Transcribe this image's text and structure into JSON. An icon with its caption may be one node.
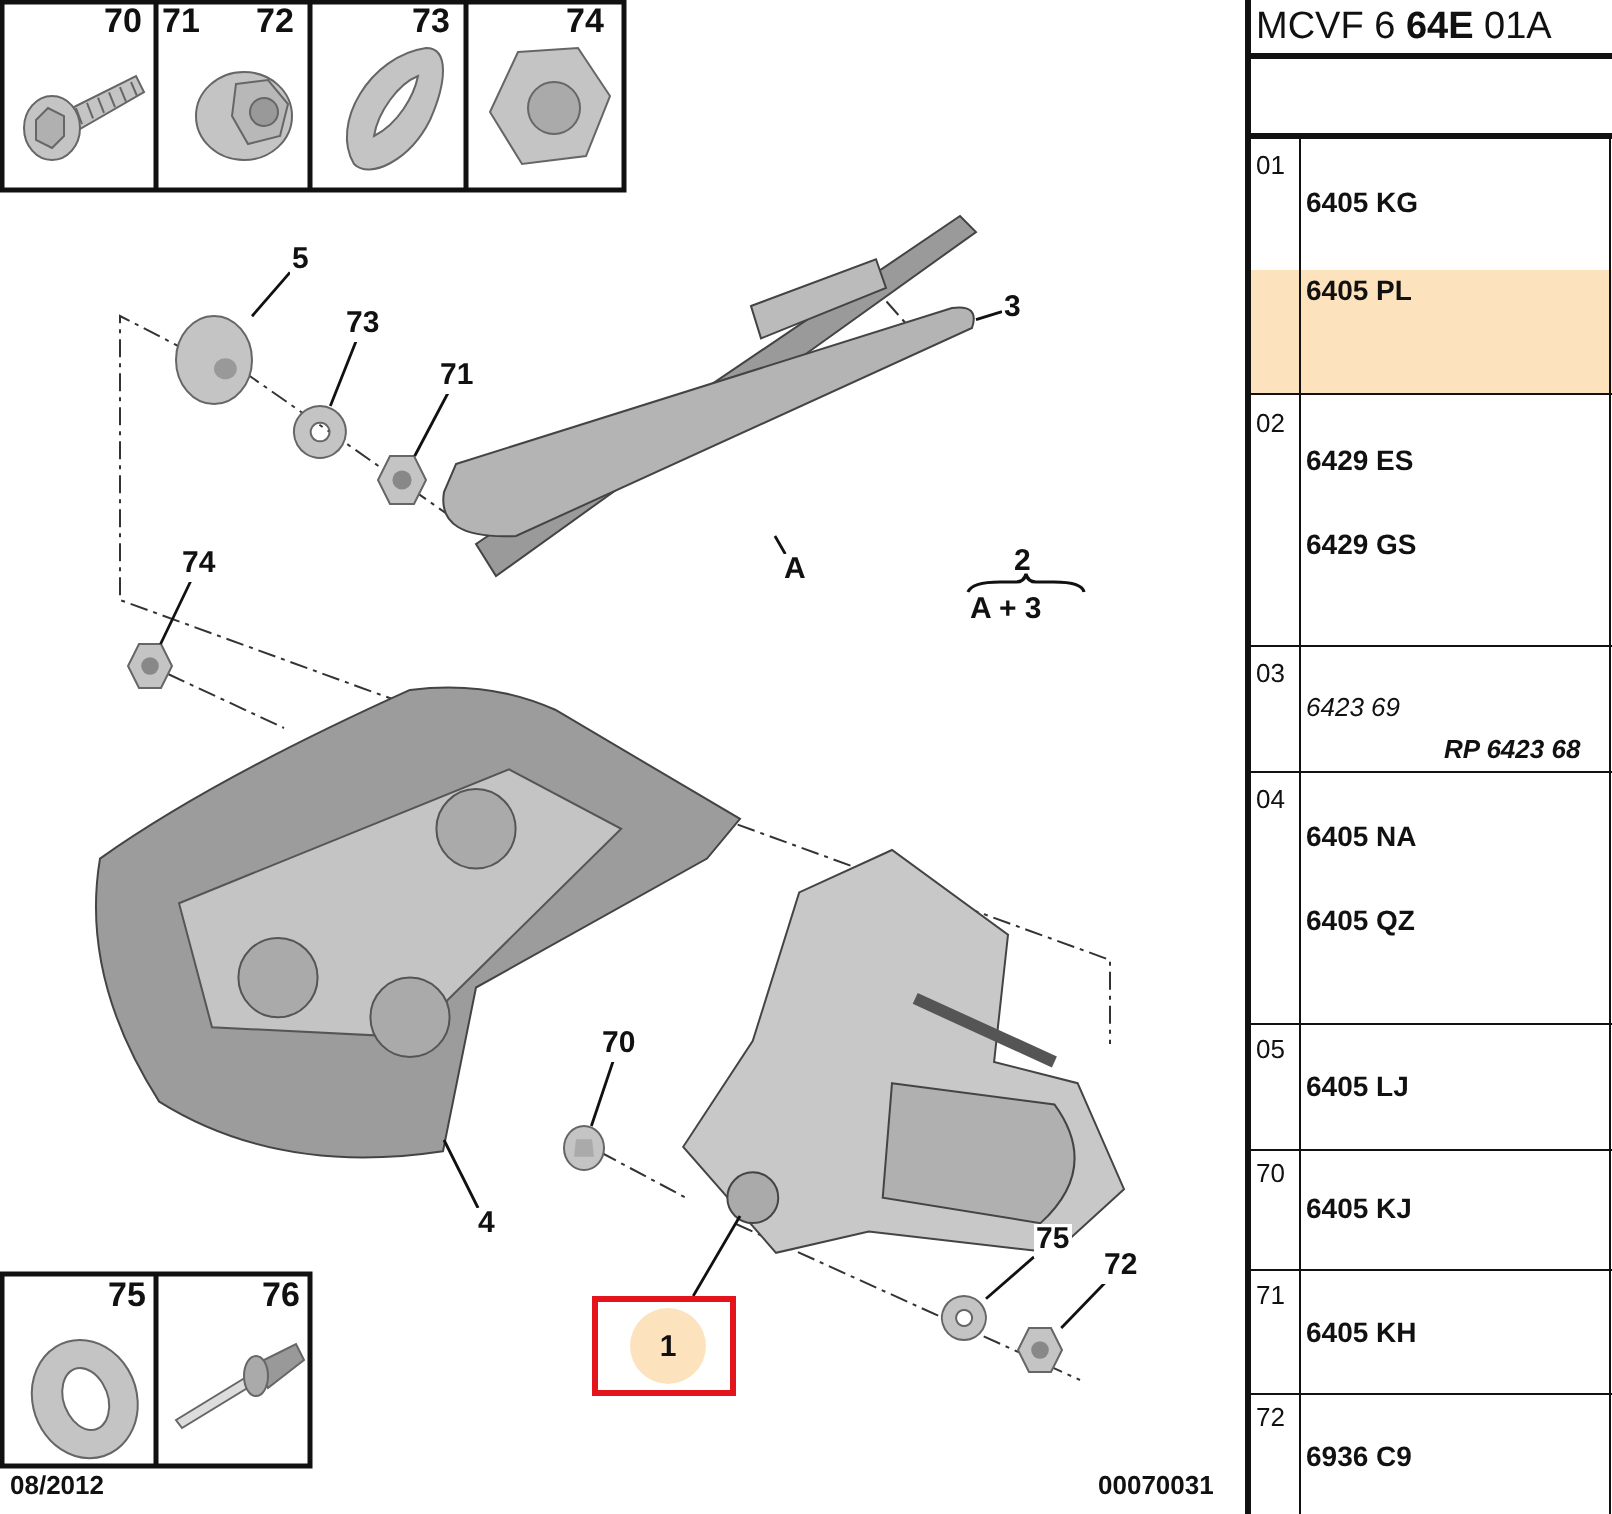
{
  "diagram": {
    "nodes": [
      {
        "text": [
          "5"
        ]
      },
      {
        "text": [
          "73"
        ]
      },
      {
        "text": [
          "71"
        ]
      },
      {
        "text": [
          "3"
        ]
      },
      {
        "text": [
          "A"
        ]
      },
      {
        "text": [
          "74"
        ]
      },
      {
        "text": [
          "4"
        ]
      },
      {
        "text": [
          "70"
        ]
      },
      {
        "text": [
          "1"
        ]
      },
      {
        "text": [
          "75"
        ]
      },
      {
        "text": [
          "72"
        ]
      },
      {
        "text": [],
        "shape": "picture"
      },
      {
        "text": [],
        "shape": "picture"
      },
      {
        "text": [],
        "shape": "picture"
      },
      {
        "text": [],
        "shape": "picture"
      },
      {
        "text": [],
        "shape": "picture"
      },
      {
        "text": [],
        "shape": "picture"
      },
      {
        "text": [],
        "shape": "picture"
      },
      {
        "text": [],
        "shape": "picture"
      },
      {
        "text": [],
        "shape": "picture"
      },
      {
        "text": [],
        "shape": "picture"
      },
      {
        "text": [],
        "shape": "picture"
      }
    ],
    "edges": [
      {
        "from": 0,
        "to": 11,
        "arrow": "none"
      },
      {
        "from": 1,
        "to": 12,
        "arrow": "none"
      },
      {
        "from": 2,
        "to": 13,
        "arrow": "none"
      },
      {
        "from": 3,
        "to": 14,
        "arrow": "none"
      },
      {
        "from": 4,
        "to": 15,
        "arrow": "none"
      },
      {
        "from": 5,
        "to": 16,
        "arrow": "none"
      },
      {
        "from": 6,
        "to": 17,
        "arrow": "none"
      },
      {
        "from": 7,
        "to": 18,
        "arrow": "none"
      },
      {
        "from": 8,
        "to": 19,
        "arrow": "none"
      },
      {
        "from": 9,
        "to": 20,
        "arrow": "none"
      },
      {
        "from": 10,
        "to": 21,
        "arrow": "none"
      }
    ],
    "labels": [
      "MCVF 6 **64E** 01A",
      "01",
      "6405 KG",
      "6405 PL",
      "02",
      "6429 ES",
      "6429 GS",
      "03",
      "6423 69",
      "RP 6423 68",
      "04",
      "6405 NA",
      "6405 QZ",
      "05",
      "6405 LJ",
      "70",
      "6405 KJ",
      "71",
      "6405 KH",
      "72",
      "6936 C9",
      "70",
      "71",
      "72",
      "73",
      "74",
      "75",
      "76",
      "2",
      "A + 3",
      "08/2012",
      "00070031"
    ]
  }
}
